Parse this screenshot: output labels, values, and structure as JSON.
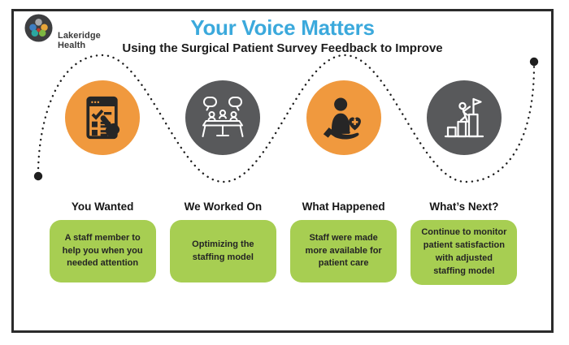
{
  "logo": {
    "org_line1": "Lakeridge",
    "org_line2": "Health",
    "icon": "lakeridge-health-logo"
  },
  "header": {
    "title": "Your Voice Matters",
    "subtitle": "Using the Surgical Patient Survey Feedback to Improve"
  },
  "colors": {
    "title_blue": "#3BA9DC",
    "orange": "#F0993E",
    "dark_gray": "#58595B",
    "green": "#A7CE52",
    "line_black": "#1f1f1f"
  },
  "journey_line": {
    "style": "dotted-s-curve",
    "start_marker": "filled-dot-bottom-left",
    "end_marker": "filled-dot-top-right"
  },
  "steps": [
    {
      "icon": "survey-checklist-icon",
      "circle_color": "#F0993E",
      "heading": "You Wanted",
      "text": "A staff member to help you when you needed attention"
    },
    {
      "icon": "team-meeting-icon",
      "circle_color": "#58595B",
      "heading": "We Worked On",
      "text": "Optimizing the staffing model"
    },
    {
      "icon": "patient-care-icon",
      "circle_color": "#F0993E",
      "heading": "What Happened",
      "text": "Staff were made more available for patient care"
    },
    {
      "icon": "goal-progress-icon",
      "circle_color": "#58595B",
      "heading": "What’s Next?",
      "text": "Continue to monitor patient satisfaction with adjusted staffing model"
    }
  ]
}
